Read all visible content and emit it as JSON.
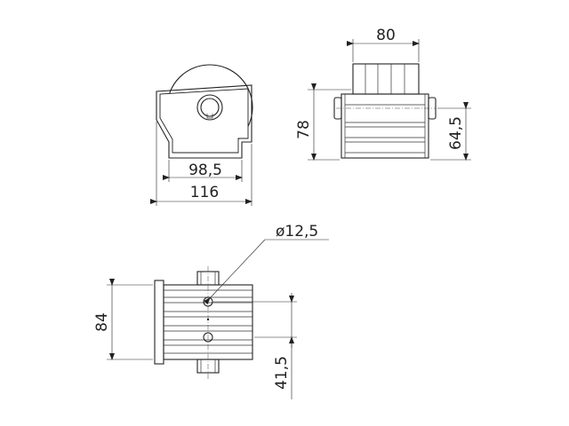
{
  "dimensions": {
    "side_view": {
      "inner_width": "98,5",
      "outer_width": "116"
    },
    "front_view": {
      "top_width": "80",
      "height_total": "78",
      "height_inner": "64,5"
    },
    "top_view": {
      "hole_diameter": "ø12,5",
      "depth": "84",
      "offset": "41,5"
    }
  }
}
